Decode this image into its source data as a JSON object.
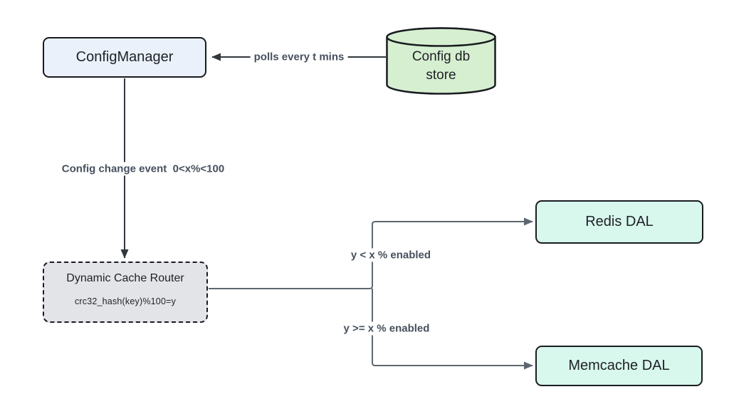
{
  "diagram": {
    "nodes": {
      "config_manager": {
        "label": "ConfigManager"
      },
      "config_db": {
        "label_line1": "Config db",
        "label_line2": "store"
      },
      "router": {
        "label": "Dynamic Cache Router",
        "sublabel": "crc32_hash(key)%100=y"
      },
      "redis": {
        "label": "Redis DAL"
      },
      "memcache": {
        "label": "Memcache DAL"
      }
    },
    "edges": {
      "polls": {
        "label": "polls every t mins"
      },
      "config_change": {
        "label": "Config change event  0<x%<100"
      },
      "redis_branch": {
        "label": "y < x % enabled"
      },
      "memcache_branch": {
        "label": "y >= x % enabled"
      }
    },
    "colors": {
      "config_manager_fill": "#eaf1fb",
      "db_fill": "#d6efd0",
      "router_fill": "#e2e4e8",
      "dal_fill": "#d8f7ed",
      "border": "#191b20",
      "line_dark": "#33373d",
      "line_gray": "#5d6771",
      "edge_label": "#47505e"
    }
  }
}
